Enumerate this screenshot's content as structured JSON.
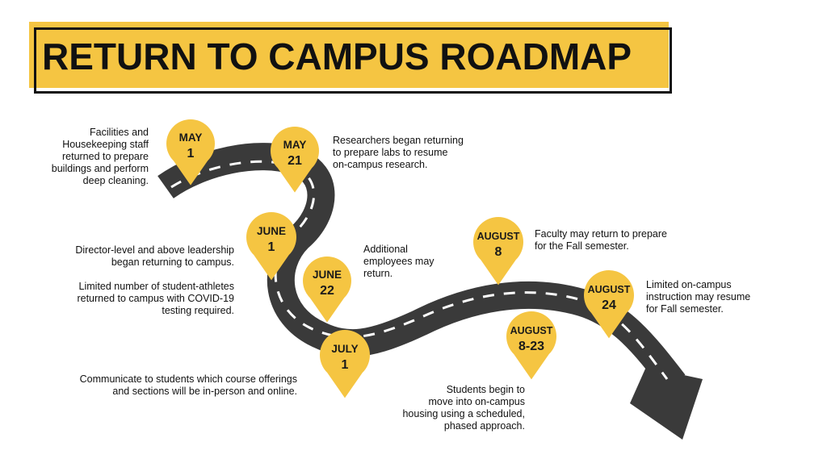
{
  "title": "RETURN TO CAMPUS ROADMAP",
  "colors": {
    "accent": "#f5c542",
    "road": "#3a3a3a",
    "road_line": "#ffffff",
    "text": "#111111"
  },
  "milestones": [
    {
      "month": "MAY",
      "day": "1"
    },
    {
      "month": "MAY",
      "day": "21"
    },
    {
      "month": "JUNE",
      "day": "1"
    },
    {
      "month": "JUNE",
      "day": "22"
    },
    {
      "month": "JULY",
      "day": "1"
    },
    {
      "month": "AUGUST",
      "day": "8"
    },
    {
      "month": "AUGUST",
      "day": "8-23"
    },
    {
      "month": "AUGUST",
      "day": "24"
    }
  ],
  "notes": {
    "may1": "Facilities and\nHousekeeping staff\nreturned to prepare\nbuildings and perform\ndeep cleaning.",
    "may21": "Researchers began returning\nto prepare labs to resume\non-campus research.",
    "june1_a": "Director-level and above leadership\nbegan returning to campus.",
    "june1_b": "Limited number of student-athletes\nreturned to campus with COVID-19\ntesting required.",
    "june22": "Additional\nemployees may\nreturn.",
    "july1": "Communicate to students which course offerings\nand sections will be in-person and online.",
    "aug8": "Faculty may return to prepare\nfor the Fall semester.",
    "aug8_23": "Students begin to\nmove into on-campus\nhousing using a scheduled,\nphased approach.",
    "aug24": "Limited on-campus\ninstruction may resume\nfor Fall semester."
  }
}
